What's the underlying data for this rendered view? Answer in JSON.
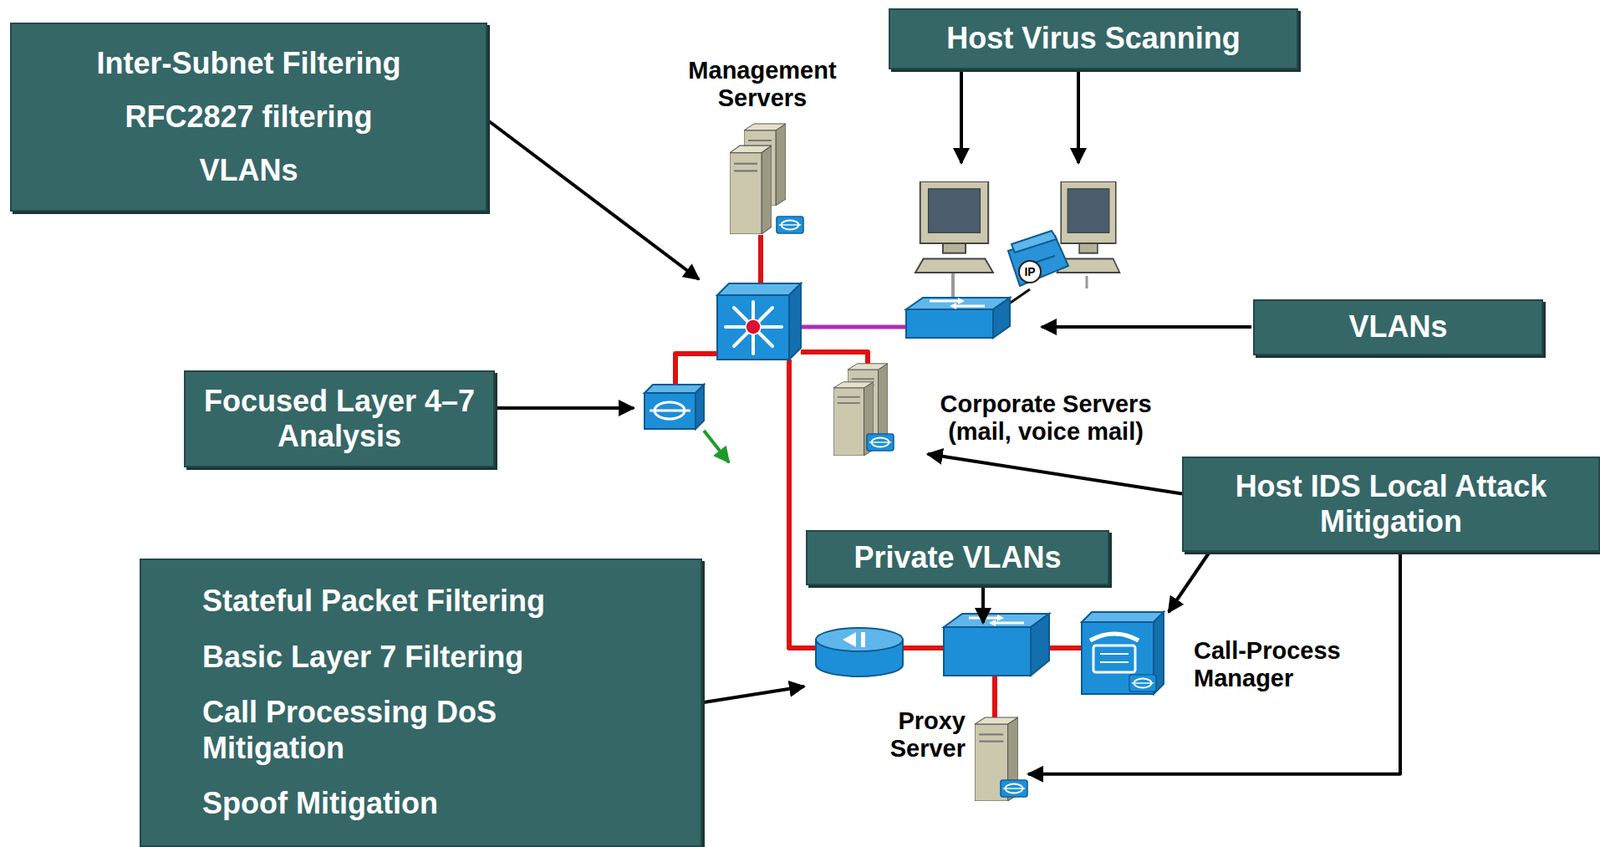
{
  "diagram": {
    "nodes": [
      {
        "text": [
          "Inter-Subnet Filtering",
          "RFC2827 filtering",
          "VLANs"
        ]
      },
      {
        "text": [
          "Management Servers"
        ]
      },
      {
        "text": [
          "Host Virus Scanning"
        ]
      },
      {
        "text": [
          "VLANs"
        ]
      },
      {
        "text": [
          "Focused Layer 4–7 Analysis"
        ]
      },
      {
        "text": [
          "Corporate Servers (mail, voice mail)"
        ]
      },
      {
        "text": [
          "Host IDS Local Attack Mitigation"
        ]
      },
      {
        "text": [
          "Private VLANs"
        ]
      },
      {
        "text": [
          "Stateful Packet Filtering",
          "Basic Layer 7 Filtering",
          "Call Processing DoS Mitigation",
          "Spoof Mitigation"
        ]
      },
      {
        "text": [
          "Call-Process Manager"
        ]
      },
      {
        "text": [
          "Proxy Server"
        ]
      }
    ],
    "edges": [
      {
        "from": 6,
        "to": 5,
        "arrow": "to"
      },
      {
        "from": 6,
        "to": 9,
        "arrow": "to"
      },
      {
        "from": 6,
        "to": 10,
        "arrow": "to"
      }
    ],
    "labels": [
      "IP"
    ]
  }
}
